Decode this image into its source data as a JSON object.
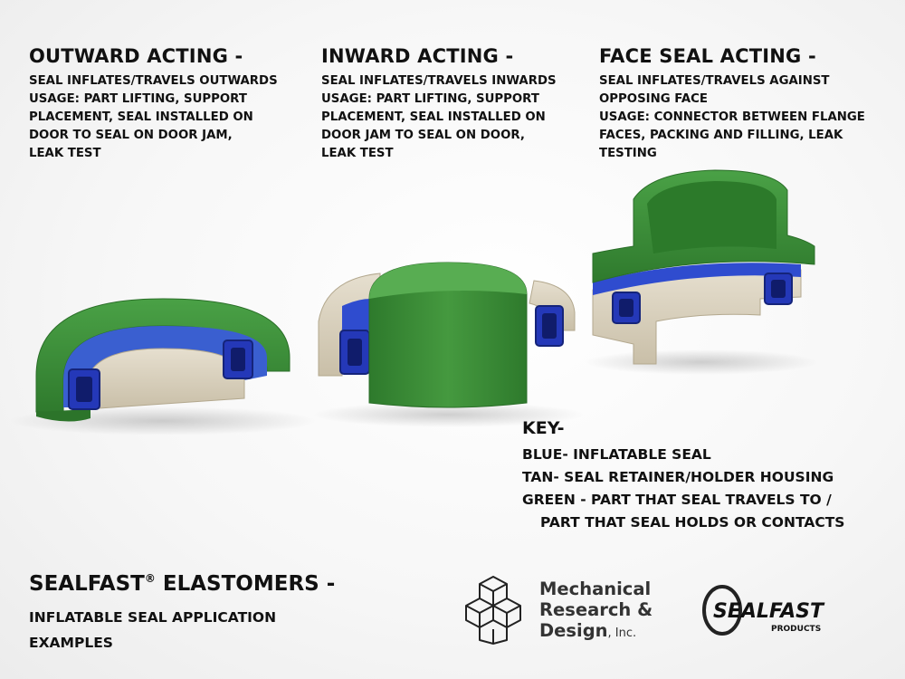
{
  "sections": {
    "outward": {
      "title": "OUTWARD ACTING -",
      "lines": [
        "SEAL INFLATES/TRAVELS OUTWARDS",
        "USAGE: PART LIFTING, SUPPORT",
        "PLACEMENT, SEAL INSTALLED ON",
        "DOOR TO SEAL ON DOOR JAM,",
        "LEAK TEST"
      ]
    },
    "inward": {
      "title": "INWARD ACTING -",
      "lines": [
        "SEAL INFLATES/TRAVELS INWARDS",
        "USAGE: PART LIFTING, SUPPORT",
        "PLACEMENT, SEAL INSTALLED ON",
        "DOOR JAM TO SEAL ON DOOR,",
        "LEAK TEST"
      ]
    },
    "face": {
      "title": "FACE SEAL ACTING -",
      "lines": [
        "SEAL INFLATES/TRAVELS AGAINST",
        "OPPOSING FACE",
        "USAGE: CONNECTOR BETWEEN FLANGE",
        "FACES, PACKING AND FILLING, LEAK",
        "TESTING"
      ]
    }
  },
  "key": {
    "title": "KEY-",
    "lines": [
      "BLUE- INFLATABLE SEAL",
      "TAN- SEAL RETAINER/HOLDER HOUSING",
      "GREEN - PART THAT SEAL TRAVELS TO /"
    ],
    "continuation": "PART THAT SEAL HOLDS OR CONTACTS"
  },
  "footer": {
    "title_main": "SEALFAST",
    "title_mark": "®",
    "title_rest": " ELASTOMERS -",
    "subtitle_lines": [
      "INFLATABLE SEAL APPLICATION",
      "EXAMPLES"
    ]
  },
  "logos": {
    "mrd": {
      "line1": "Mechanical",
      "line2": "Research &",
      "line3": "Design",
      "suffix": ", Inc."
    },
    "sealfast": {
      "wordmark": "SEALFAST",
      "sub": "PRODUCTS"
    }
  },
  "colors": {
    "green": "#3f8f3b",
    "tan": "#d8cfbd",
    "blue": "#2a3fc4"
  }
}
